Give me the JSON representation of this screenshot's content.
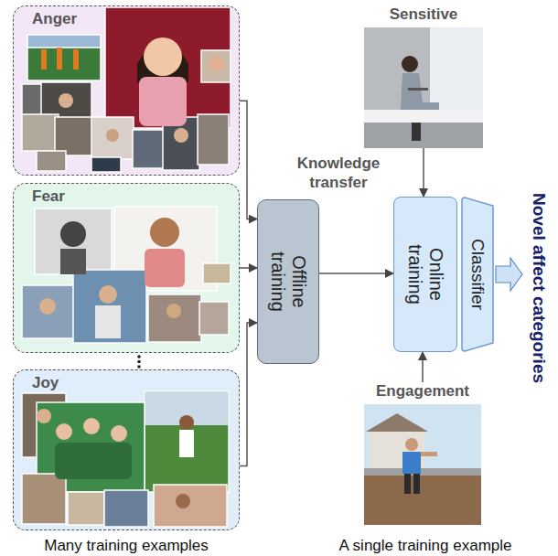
{
  "diagram": {
    "nodes": [
      {
        "text": [
          "Anger"
        ]
      },
      {
        "text": [
          "Fear"
        ]
      },
      {
        "text": [
          "Joy"
        ]
      },
      {
        "text": [
          "Offline training"
        ]
      },
      {
        "text": [
          "Sensitive"
        ]
      },
      {
        "text": [
          "Online training"
        ]
      },
      {
        "text": [
          "Classifier"
        ]
      },
      {
        "text": [
          "Engagement"
        ]
      },
      {
        "text": [
          "Novel affect categories"
        ]
      }
    ],
    "edges": [
      {
        "from": 0,
        "to": 3,
        "arrow": "to"
      },
      {
        "from": 1,
        "to": 3,
        "arrow": "to"
      },
      {
        "from": 2,
        "to": 3,
        "arrow": "to"
      },
      {
        "from": 3,
        "to": 5,
        "arrow": "to"
      },
      {
        "from": 4,
        "to": 5,
        "arrow": "to"
      },
      {
        "from": 7,
        "to": 5,
        "arrow": "to"
      },
      {
        "from": 6,
        "to": 8,
        "arrow": "to"
      }
    ],
    "labels": [
      "Knowledge transfer",
      "Many training examples",
      "A single training example"
    ]
  }
}
